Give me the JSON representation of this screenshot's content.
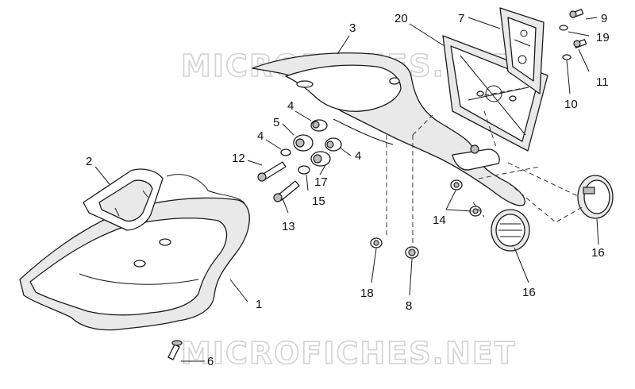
{
  "watermark": {
    "text": "MICROFICHES.NET"
  },
  "callouts": [
    {
      "id": "c1",
      "label": "1"
    },
    {
      "id": "c2",
      "label": "2"
    },
    {
      "id": "c3",
      "label": "3"
    },
    {
      "id": "c4a",
      "label": "4"
    },
    {
      "id": "c4b",
      "label": "4"
    },
    {
      "id": "c4c",
      "label": "4"
    },
    {
      "id": "c5",
      "label": "5"
    },
    {
      "id": "c6",
      "label": "6"
    },
    {
      "id": "c7",
      "label": "7"
    },
    {
      "id": "c8",
      "label": "8"
    },
    {
      "id": "c9",
      "label": "9"
    },
    {
      "id": "c10",
      "label": "10"
    },
    {
      "id": "c11",
      "label": "11"
    },
    {
      "id": "c12",
      "label": "12"
    },
    {
      "id": "c13",
      "label": "13"
    },
    {
      "id": "c14",
      "label": "14"
    },
    {
      "id": "c15",
      "label": "15"
    },
    {
      "id": "c16a",
      "label": "16"
    },
    {
      "id": "c16b",
      "label": "16"
    },
    {
      "id": "c17",
      "label": "17"
    },
    {
      "id": "c18",
      "label": "18"
    },
    {
      "id": "c19",
      "label": "19"
    },
    {
      "id": "c20",
      "label": "20"
    }
  ]
}
